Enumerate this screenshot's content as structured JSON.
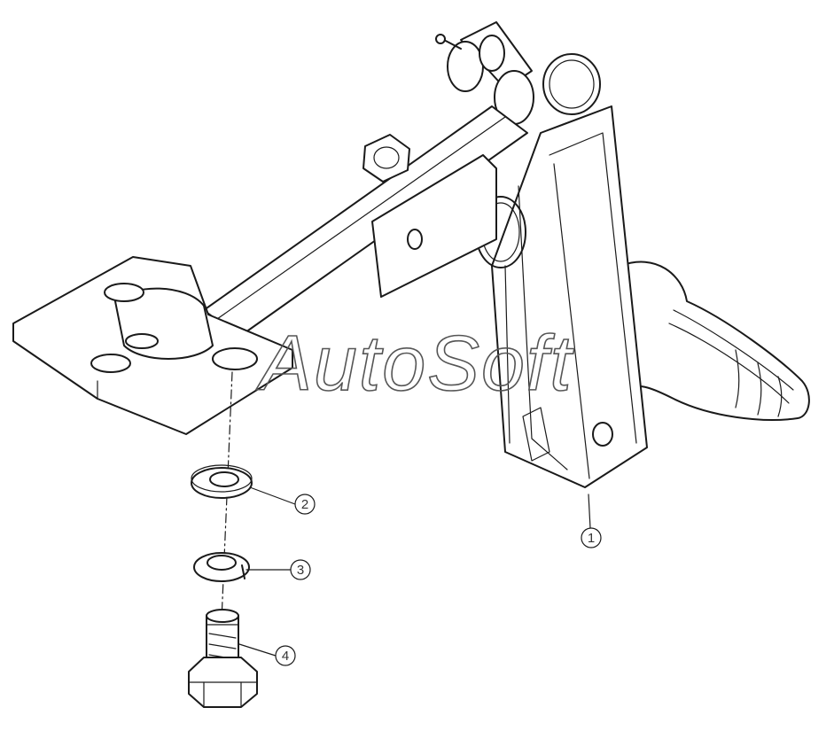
{
  "watermark": "AutoSoft",
  "callouts": {
    "c1": "1",
    "c2": "2",
    "c3": "3",
    "c4": "4"
  }
}
